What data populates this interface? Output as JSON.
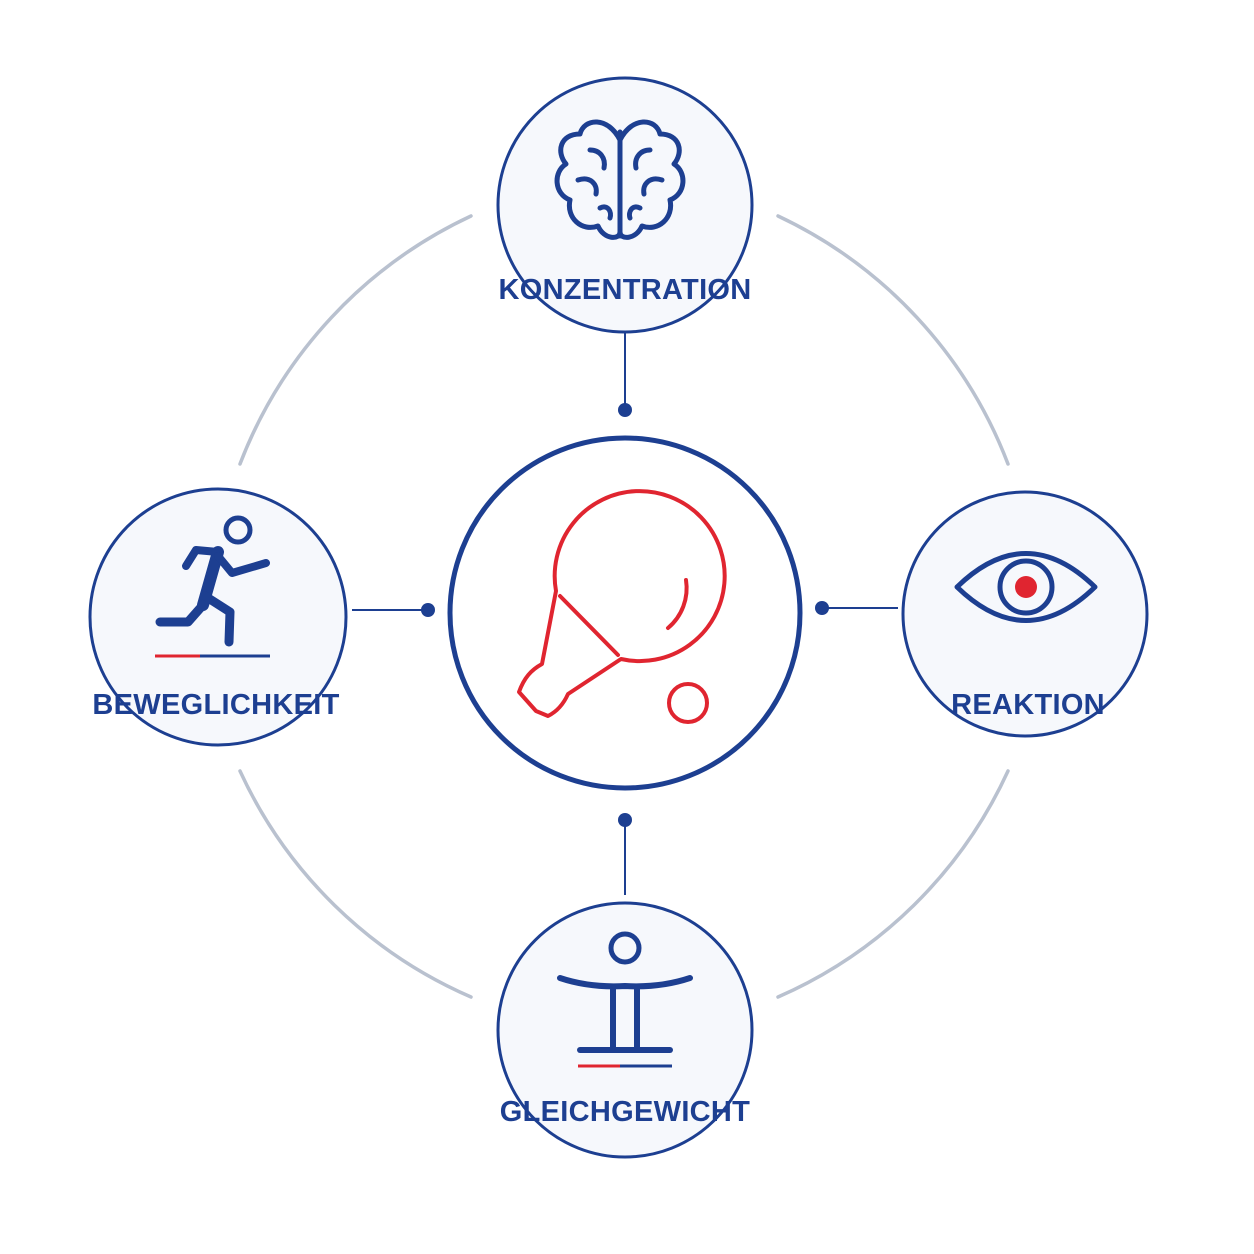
{
  "colors": {
    "primary_blue": "#1d3f91",
    "accent_red": "#e02530",
    "ring_gray": "#b9c1cf",
    "node_fill": "#f6f8fc"
  },
  "center": {
    "icon": "table-tennis-paddle-and-ball-icon"
  },
  "nodes": {
    "top": {
      "label": "KONZENTRATION",
      "icon": "brain-icon"
    },
    "right": {
      "label": "REAKTION",
      "icon": "eye-icon"
    },
    "bottom": {
      "label": "GLEICHGEWICHT",
      "icon": "balance-person-icon"
    },
    "left": {
      "label": "BEWEGLICHKEIT",
      "icon": "running-person-icon"
    }
  }
}
